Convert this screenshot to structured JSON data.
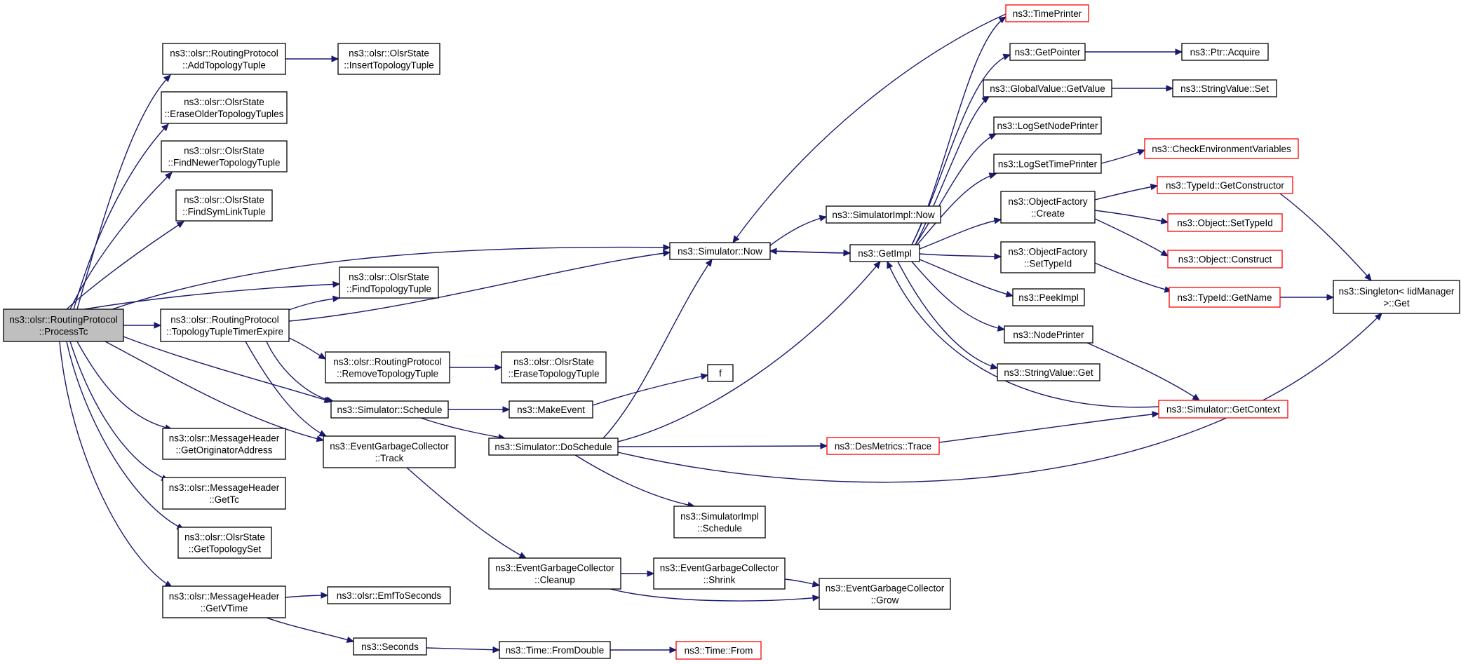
{
  "diagram": {
    "colors": {
      "edge": "#191970",
      "box_border": "#000000",
      "external_border": "#ff0000",
      "root_fill": "#bfbfbf",
      "background": "#ffffff"
    },
    "nodes": [
      {
        "id": "root",
        "lines": [
          "ns3::olsr::RoutingProtocol",
          "::ProcessTc"
        ],
        "style": "gray"
      },
      {
        "id": "addTopo",
        "lines": [
          "ns3::olsr::RoutingProtocol",
          "::AddTopologyTuple"
        ],
        "style": "normal"
      },
      {
        "id": "insertTopo",
        "lines": [
          "ns3::olsr::OlsrState",
          "::InsertTopologyTuple"
        ],
        "style": "normal"
      },
      {
        "id": "eraseOlder",
        "lines": [
          "ns3::olsr::OlsrState",
          "::EraseOlderTopologyTuples"
        ],
        "style": "normal"
      },
      {
        "id": "findNewer",
        "lines": [
          "ns3::olsr::OlsrState",
          "::FindNewerTopologyTuple"
        ],
        "style": "normal"
      },
      {
        "id": "findSym",
        "lines": [
          "ns3::olsr::OlsrState",
          "::FindSymLinkTuple"
        ],
        "style": "normal"
      },
      {
        "id": "findTopo",
        "lines": [
          "ns3::olsr::OlsrState",
          "::FindTopologyTuple"
        ],
        "style": "normal"
      },
      {
        "id": "topoTimer",
        "lines": [
          "ns3::olsr::RoutingProtocol",
          "::TopologyTupleTimerExpire"
        ],
        "style": "normal"
      },
      {
        "id": "removeTopo",
        "lines": [
          "ns3::olsr::RoutingProtocol",
          "::RemoveTopologyTuple"
        ],
        "style": "normal"
      },
      {
        "id": "eraseTopo",
        "lines": [
          "ns3::olsr::OlsrState",
          "::EraseTopologyTuple"
        ],
        "style": "normal"
      },
      {
        "id": "schedule",
        "lines": [
          "ns3::Simulator::Schedule"
        ],
        "style": "normal"
      },
      {
        "id": "makeEvent",
        "lines": [
          "ns3::MakeEvent"
        ],
        "style": "normal"
      },
      {
        "id": "f",
        "lines": [
          "f"
        ],
        "style": "normal"
      },
      {
        "id": "getOrig",
        "lines": [
          "ns3::olsr::MessageHeader",
          "::GetOriginatorAddress"
        ],
        "style": "normal"
      },
      {
        "id": "egcTrack",
        "lines": [
          "ns3::EventGarbageCollector",
          "::Track"
        ],
        "style": "normal"
      },
      {
        "id": "doSchedule",
        "lines": [
          "ns3::Simulator::DoSchedule"
        ],
        "style": "normal"
      },
      {
        "id": "getTc",
        "lines": [
          "ns3::olsr::MessageHeader",
          "::GetTc"
        ],
        "style": "normal"
      },
      {
        "id": "getTopoSet",
        "lines": [
          "ns3::olsr::OlsrState",
          "::GetTopologySet"
        ],
        "style": "normal"
      },
      {
        "id": "getVTime",
        "lines": [
          "ns3::olsr::MessageHeader",
          "::GetVTime"
        ],
        "style": "normal"
      },
      {
        "id": "emfToSec",
        "lines": [
          "ns3::olsr::EmfToSeconds"
        ],
        "style": "normal"
      },
      {
        "id": "seconds",
        "lines": [
          "ns3::Seconds"
        ],
        "style": "normal"
      },
      {
        "id": "fromDouble",
        "lines": [
          "ns3::Time::FromDouble"
        ],
        "style": "normal"
      },
      {
        "id": "timeFrom",
        "lines": [
          "ns3::Time::From"
        ],
        "style": "red"
      },
      {
        "id": "simNow",
        "lines": [
          "ns3::Simulator::Now"
        ],
        "style": "normal"
      },
      {
        "id": "simImplNow",
        "lines": [
          "ns3::SimulatorImpl::Now"
        ],
        "style": "normal"
      },
      {
        "id": "getImpl",
        "lines": [
          "ns3::GetImpl"
        ],
        "style": "normal"
      },
      {
        "id": "egcCleanup",
        "lines": [
          "ns3::EventGarbageCollector",
          "::Cleanup"
        ],
        "style": "normal"
      },
      {
        "id": "egcShrink",
        "lines": [
          "ns3::EventGarbageCollector",
          "::Shrink"
        ],
        "style": "normal"
      },
      {
        "id": "egcGrow",
        "lines": [
          "ns3::EventGarbageCollector",
          "::Grow"
        ],
        "style": "normal"
      },
      {
        "id": "simImplSched",
        "lines": [
          "ns3::SimulatorImpl",
          "::Schedule"
        ],
        "style": "normal"
      },
      {
        "id": "desTrace",
        "lines": [
          "ns3::DesMetrics::Trace"
        ],
        "style": "red"
      },
      {
        "id": "timePrinter",
        "lines": [
          "ns3::TimePrinter"
        ],
        "style": "red"
      },
      {
        "id": "getPointer",
        "lines": [
          "ns3::GetPointer"
        ],
        "style": "normal"
      },
      {
        "id": "ptrAcquire",
        "lines": [
          "ns3::Ptr::Acquire"
        ],
        "style": "normal"
      },
      {
        "id": "gvGetValue",
        "lines": [
          "ns3::GlobalValue::GetValue"
        ],
        "style": "normal"
      },
      {
        "id": "svSet",
        "lines": [
          "ns3::StringValue::Set"
        ],
        "style": "normal"
      },
      {
        "id": "logNode",
        "lines": [
          "ns3::LogSetNodePrinter"
        ],
        "style": "normal"
      },
      {
        "id": "logTime",
        "lines": [
          "ns3::LogSetTimePrinter"
        ],
        "style": "normal"
      },
      {
        "id": "checkEnv",
        "lines": [
          "ns3::CheckEnvironmentVariables"
        ],
        "style": "red"
      },
      {
        "id": "ofCreate",
        "lines": [
          "ns3::ObjectFactory",
          "::Create"
        ],
        "style": "normal"
      },
      {
        "id": "tidGetCons",
        "lines": [
          "ns3::TypeId::GetConstructor"
        ],
        "style": "red"
      },
      {
        "id": "objSetTid",
        "lines": [
          "ns3::Object::SetTypeId"
        ],
        "style": "red"
      },
      {
        "id": "objConstruct",
        "lines": [
          "ns3::Object::Construct"
        ],
        "style": "red"
      },
      {
        "id": "ofSetTid",
        "lines": [
          "ns3::ObjectFactory",
          "::SetTypeId"
        ],
        "style": "normal"
      },
      {
        "id": "tidGetName",
        "lines": [
          "ns3::TypeId::GetName"
        ],
        "style": "red"
      },
      {
        "id": "singleton",
        "lines": [
          "ns3::Singleton< IidManager",
          ">::Get"
        ],
        "style": "normal"
      },
      {
        "id": "peekImpl",
        "lines": [
          "ns3::PeekImpl"
        ],
        "style": "normal"
      },
      {
        "id": "nodePrinter",
        "lines": [
          "ns3::NodePrinter"
        ],
        "style": "normal"
      },
      {
        "id": "svGet",
        "lines": [
          "ns3::StringValue::Get"
        ],
        "style": "normal"
      },
      {
        "id": "simGetCtx",
        "lines": [
          "ns3::Simulator::GetContext"
        ],
        "style": "red"
      }
    ]
  }
}
